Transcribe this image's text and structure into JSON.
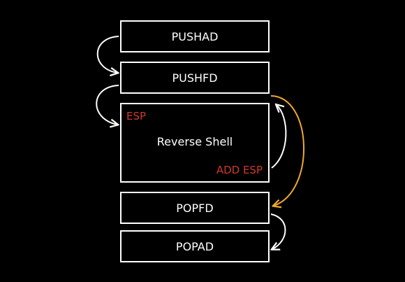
{
  "blocks": [
    {
      "id": "pushad",
      "label": "PUSHAD"
    },
    {
      "id": "pushfd",
      "label": "PUSHFD"
    },
    {
      "id": "shell",
      "label": "Reverse Shell"
    },
    {
      "id": "popfd",
      "label": "POPFD"
    },
    {
      "id": "popad",
      "label": "POPAD"
    }
  ],
  "shell_labels": {
    "esp": "ESP",
    "add_esp": "ADD ESP"
  },
  "colors": {
    "background": "#000000",
    "box_border": "#ffffff",
    "text": "#ffffff",
    "register_label": "#d0392b",
    "flow_arrow": "#ffffff",
    "jump_arrow": "#f0a830"
  }
}
